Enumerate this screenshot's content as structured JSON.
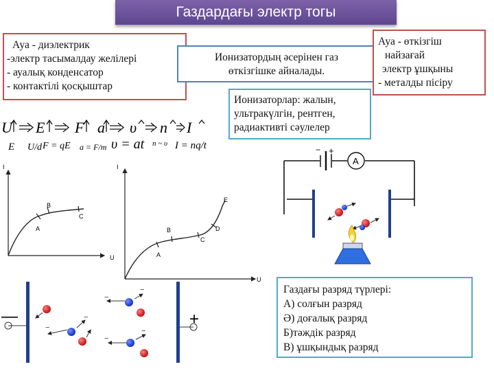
{
  "title": "Газдардағы электр тогы",
  "dielectric_box": {
    "lines": [
      "Ауа - диэлектрик",
      "-электр тасымалдау желілері",
      "- ауалық конденсатор",
      " - контактілі қосқыштар"
    ]
  },
  "ionizer_effect_box": {
    "lines": [
      "Ионизатордың әсерінен газ",
      "өткізгішке айналады."
    ]
  },
  "conductor_box": {
    "lines": [
      "Ауа - өткізгіш",
      "  найзағай",
      " электр ұшқыны",
      "- металды пісіру"
    ]
  },
  "ionizers_box": {
    "lines": [
      "Ионизаторлар:  жалын,",
      "ультракүлгін, рентген,",
      "радиактивті сәулелер"
    ]
  },
  "discharge_types_box": {
    "lines": [
      "Газдағы разряд түрлері:",
      "А) солғын разряд",
      "Ә) доғалық разряд",
      "Б)тәждік разряд",
      "В) ұшқындық разряд"
    ]
  },
  "formula_chain": {
    "symbols": [
      "U",
      "E",
      "F",
      "a",
      "υ",
      "n",
      "I"
    ],
    "formulas": [
      "E",
      "U/d",
      "F = qE",
      "a = F/m",
      "υ = at",
      "n ~ υ",
      "I = nq/t"
    ]
  },
  "graph_left": {
    "axis_x": "U",
    "axis_y": "I",
    "points": [
      "A",
      "B",
      "C"
    ]
  },
  "graph_right": {
    "axis_x": "U",
    "axis_y": "I",
    "points": [
      "A",
      "B",
      "C",
      "D",
      "E"
    ]
  },
  "circuit": {
    "ammeter": "A",
    "battery_minus": "−",
    "battery_plus": "+"
  },
  "electrodes": {
    "left_sign": "—",
    "right_sign": "+"
  },
  "colors": {
    "title_bg": "#6a51a0",
    "red_border": "#c0504d",
    "blue_border": "#4f81bd",
    "teal_border": "#4bacc6",
    "ion_red": "#e02020",
    "electron_blue": "#1f3fe0",
    "flame_blue": "#2f6fe0"
  }
}
